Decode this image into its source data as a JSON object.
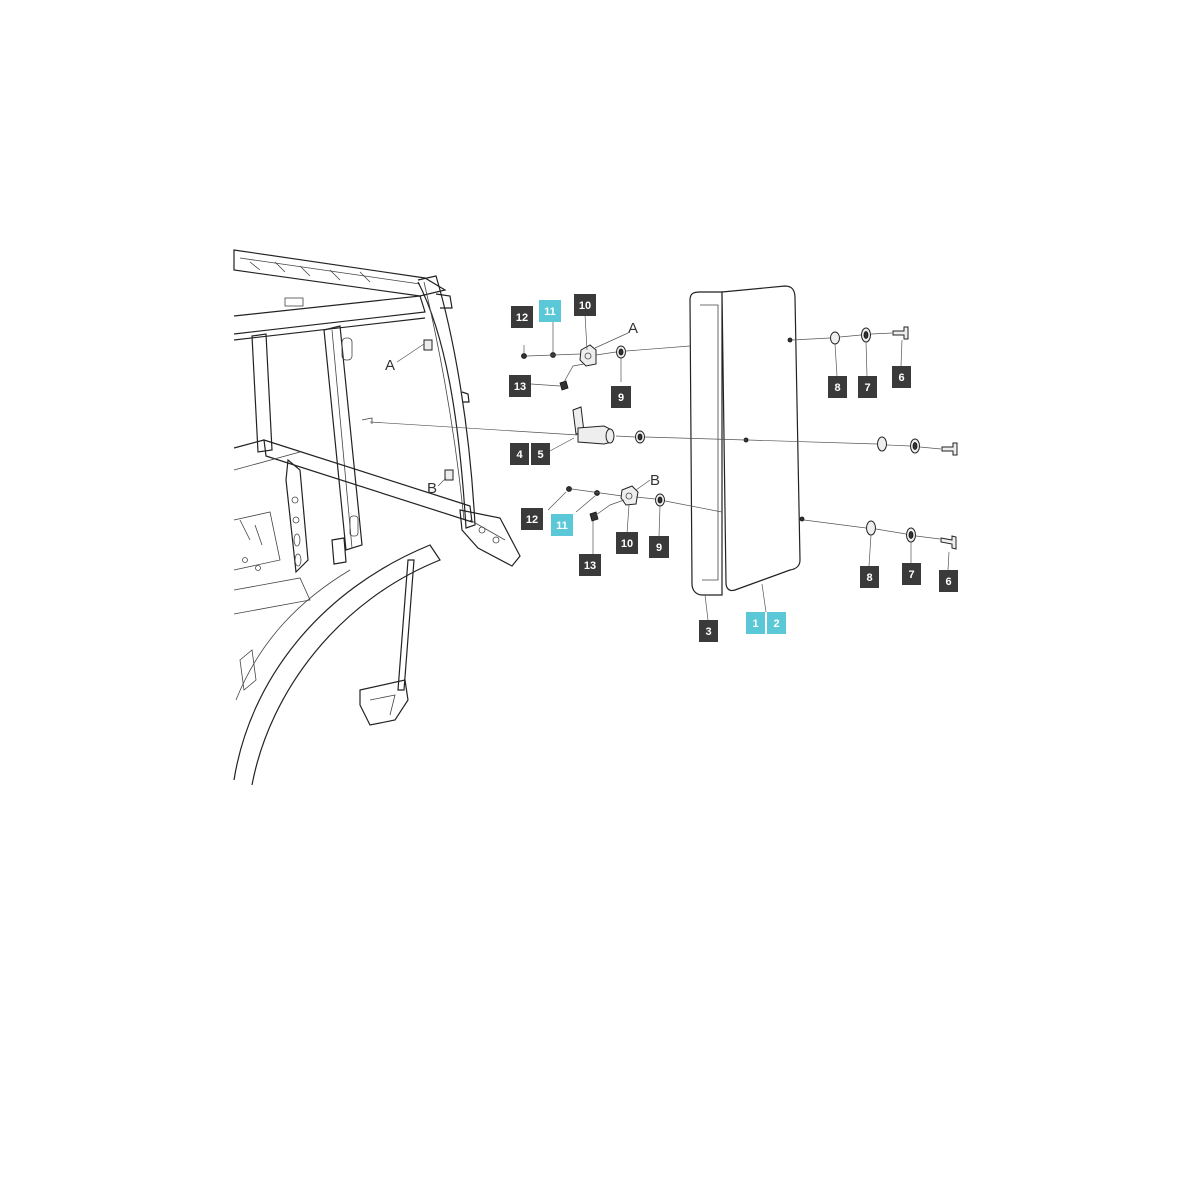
{
  "colors": {
    "tag_dark": "#3a3a3a",
    "tag_highlight": "#5bc8d8",
    "tag_text": "#ffffff",
    "line": "#222222"
  },
  "reference_letters": {
    "a": "A",
    "b": "B"
  },
  "callouts": {
    "c1": "1",
    "c2": "2",
    "c3": "3",
    "c4": "4",
    "c5": "5",
    "c6_top": "6",
    "c6_bottom": "6",
    "c7_top": "7",
    "c7_bottom": "7",
    "c8_top": "8",
    "c8_bottom": "8",
    "c9_top": "9",
    "c9_bottom": "9",
    "c10_top": "10",
    "c10_bottom": "10",
    "c11_top": "11",
    "c11_bottom": "11",
    "c12_top": "12",
    "c12_bottom": "12",
    "c13_top": "13",
    "c13_bottom": "13"
  },
  "highlighted_callouts": [
    "1",
    "2",
    "11"
  ]
}
